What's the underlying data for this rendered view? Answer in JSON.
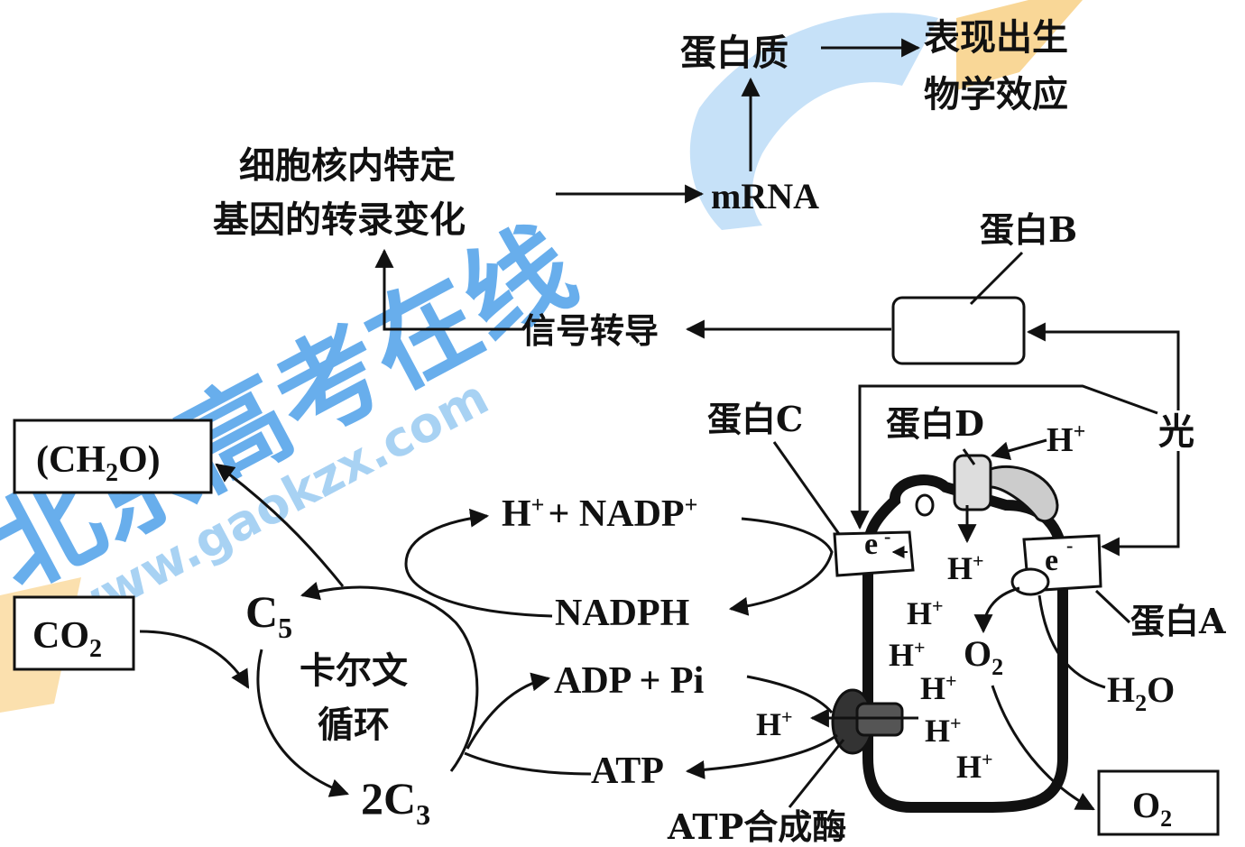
{
  "watermark": {
    "site_cn": "北京高考在线",
    "site_url": "www.gaokzx.com",
    "colors": {
      "blue": "#2f8fe6",
      "light_blue": "#bcdcf7",
      "orange": "#f7c66b"
    }
  },
  "labels": {
    "protein": "蛋白质",
    "bio_effect_1": "表现出生",
    "bio_effect_2": "物学效应",
    "transcription_1": "细胞核内特定",
    "transcription_2": "基因的转录变化",
    "mrna": "mRNA",
    "protein_b": "蛋白B",
    "signal": "信号转导",
    "light": "光",
    "protein_c": "蛋白C",
    "protein_d": "蛋白D",
    "protein_a": "蛋白A",
    "h_plus": "H",
    "plus": "+",
    "nadp_plus": "+ NADP",
    "nadph": "NADPH",
    "adp_pi": "ADP + Pi",
    "atp": "ATP",
    "atp_synthase": "ATP合成酶",
    "ch2o_l": "(CH",
    "ch2o_sub": "2",
    "ch2o_r": "O)",
    "co2": "CO",
    "o2": "O",
    "sub2": "2",
    "c5": "C",
    "c5_sub": "5",
    "c3": "2C",
    "c3_sub": "3",
    "calvin_1": "卡尔文",
    "calvin_2": "循环",
    "h2o_h": "H",
    "h2o_o": "O",
    "electron": "e",
    "minus": "-"
  }
}
